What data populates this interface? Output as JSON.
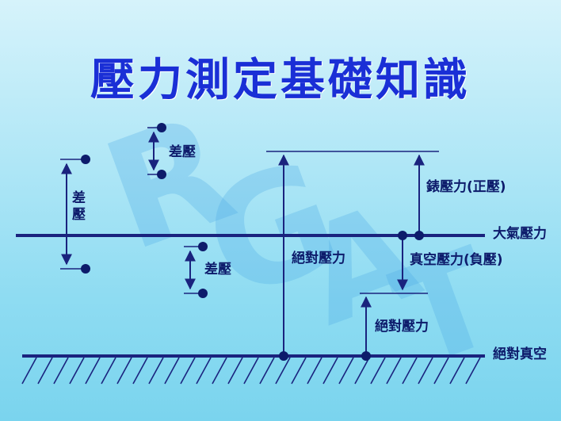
{
  "title": "壓力測定基礎知識",
  "watermark": "RGAT",
  "labels": {
    "diff_top": "差壓",
    "diff_left": "差壓",
    "diff_mid": "差壓",
    "gauge": "錶壓力(正壓)",
    "atmosphere": "大氣壓力",
    "absolute_upper": "絕對壓力",
    "vacuum": "真空壓力(負壓)",
    "absolute_lower": "絕對壓力",
    "absolute_vacuum": "絕對真空"
  },
  "colors": {
    "title": "#1a2fd6",
    "line": "#1a237e",
    "dot": "#0d1b6b",
    "text": "#0d1b6b"
  }
}
